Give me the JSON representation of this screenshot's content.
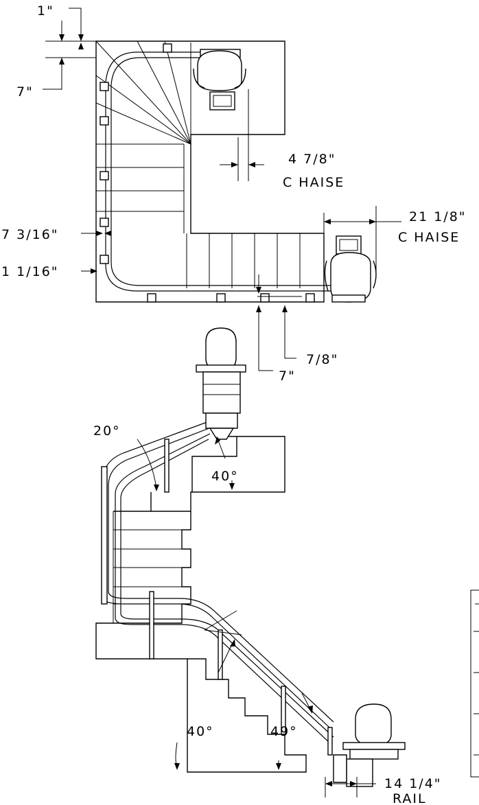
{
  "dimensions": {
    "top_gap": "1\"",
    "top_offset": "7\"",
    "chaise_offset": "4 7/8\"",
    "chaise_offset_label": "C HAISE",
    "chaise_width": "21 1/8\"",
    "chaise_width_label": "C HAISE",
    "side_clearance": "7 3/16\"",
    "side_gap": "1 1/16\"",
    "bottom_gap": "7/8\"",
    "bottom_offset": "7\"",
    "angle_upper": "20°",
    "angle_mid": "40°",
    "angle_lower": "40°",
    "angle_steep": "49°",
    "rail_width": "14 1/4\"",
    "rail_width_label": "RAIL"
  }
}
